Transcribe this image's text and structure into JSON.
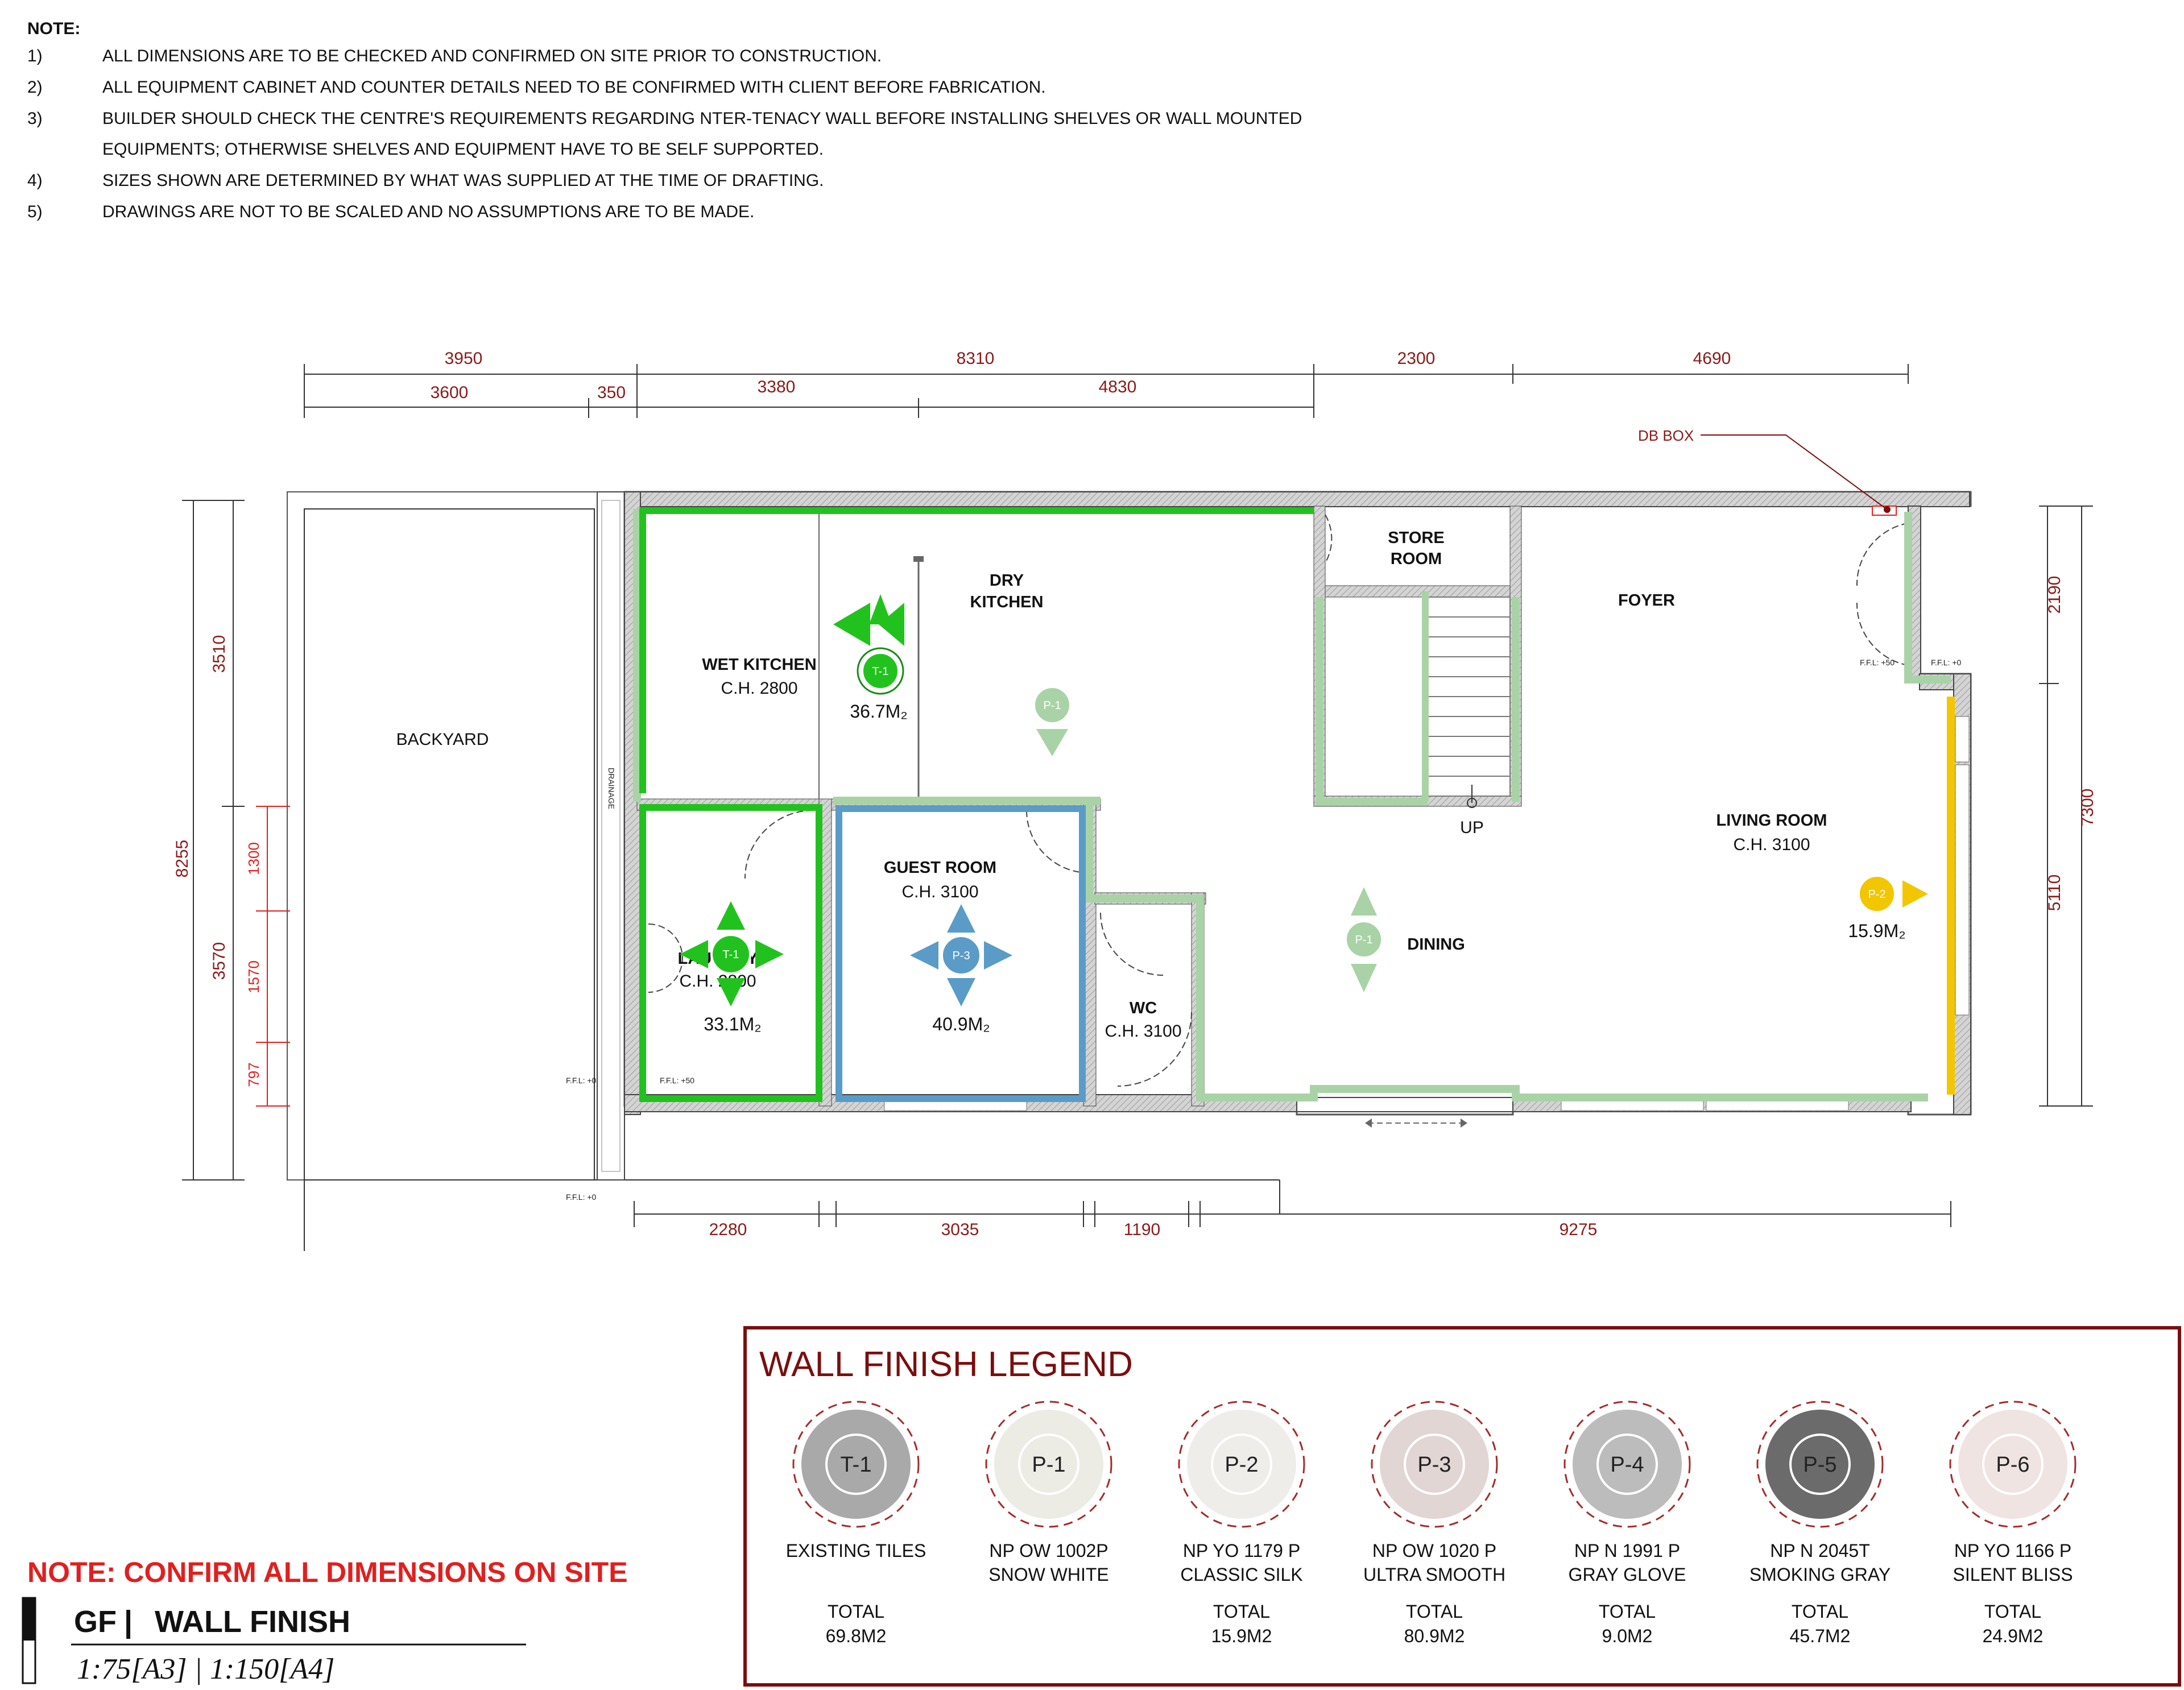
{
  "notes": {
    "heading": "NOTE:",
    "items": [
      {
        "num": "1)",
        "text": "ALL DIMENSIONS ARE TO BE CHECKED AND CONFIRMED ON SITE PRIOR TO CONSTRUCTION."
      },
      {
        "num": "2)",
        "text": "ALL EQUIPMENT CABINET AND COUNTER DETAILS NEED TO BE CONFIRMED WITH CLIENT BEFORE FABRICATION."
      },
      {
        "num": "3)",
        "text": "BUILDER SHOULD CHECK THE CENTRE'S REQUIREMENTS REGARDING NTER-TENACY WALL BEFORE INSTALLING SHELVES OR WALL MOUNTED"
      },
      {
        "num": "",
        "text": "EQUIPMENTS; OTHERWISE SHELVES AND EQUIPMENT HAVE TO BE SELF SUPPORTED."
      },
      {
        "num": "4)",
        "text": "SIZES SHOWN ARE DETERMINED BY WHAT WAS SUPPLIED AT THE TIME OF DRAFTING."
      },
      {
        "num": "5)",
        "text": "DRAWINGS ARE NOT TO BE SCALED AND NO ASSUMPTIONS ARE TO BE MADE."
      }
    ]
  },
  "dimensions": {
    "top_row1": [
      "3950",
      "8310",
      "2300",
      "4690"
    ],
    "top_row2": [
      "3600",
      "350",
      "3380",
      "4830"
    ],
    "bottom": [
      "2280",
      "3035",
      "1190",
      "9275"
    ],
    "left_outer": "8255",
    "left_inner": [
      "3510",
      "3570"
    ],
    "left_red": [
      "1300",
      "1570",
      "797"
    ],
    "right_outer": "7300",
    "right_inner": [
      "2190",
      "5110"
    ]
  },
  "rooms": {
    "backyard": "BACKYARD",
    "drainage": "DRAINAGE",
    "wet_kitchen": {
      "name": "WET KITCHEN",
      "ch": "C.H. 2800"
    },
    "dry_kitchen": {
      "name_1": "DRY",
      "name_2": "KITCHEN"
    },
    "store_room": {
      "name_1": "STORE",
      "name_2": "ROOM"
    },
    "foyer": "FOYER",
    "guest_room": {
      "name": "GUEST ROOM",
      "ch": "C.H. 3100"
    },
    "laundry": {
      "name": "LAUNDRY",
      "ch": "C.H. 2800"
    },
    "wc": {
      "name": "WC",
      "ch": "C.H. 3100"
    },
    "dining": "DINING",
    "living_room": {
      "name": "LIVING ROOM",
      "ch": "C.H. 3100"
    },
    "stair_label": "UP",
    "db_box": "DB BOX"
  },
  "levels": {
    "ffl_0": "F.F.L: +0",
    "ffl_50": "F.F.L: +50"
  },
  "markers": {
    "t1_kitchen": {
      "code": "T-1",
      "area": "36.7M₂"
    },
    "t1_laundry": {
      "code": "T-1",
      "area": "33.1M₂"
    },
    "p3_guest": {
      "code": "P-3",
      "area": "40.9M₂"
    },
    "p2_living": {
      "code": "P-2",
      "area": "15.9M₂"
    },
    "p1_dry": {
      "code": "P-1"
    },
    "p1_dining": {
      "code": "P-1"
    }
  },
  "colors": {
    "finish_t1": "#22c21e",
    "finish_p1": "#a9d3a6",
    "finish_p2": "#f2c600",
    "finish_p3": "#5a9cc7",
    "wall": "#c7c7c7",
    "dimension": "#8a1a1a",
    "alert": "#e0201f",
    "legend_border": "#7a0e0e"
  },
  "legend": {
    "title": "WALL FINISH LEGEND",
    "items": [
      {
        "code": "T-1",
        "name_1": "EXISTING TILES",
        "name_2": "",
        "total_label": "TOTAL",
        "total": "69.8M2",
        "swatch": "#a9a9a9"
      },
      {
        "code": "P-1",
        "name_1": "NP OW 1002P",
        "name_2": "SNOW WHITE",
        "total_label": "",
        "total": "",
        "swatch": "#ecebe4"
      },
      {
        "code": "P-2",
        "name_1": "NP YO 1179 P",
        "name_2": "CLASSIC SILK",
        "total_label": "TOTAL",
        "total": "15.9M2",
        "swatch": "#efedea"
      },
      {
        "code": "P-3",
        "name_1": "NP OW 1020 P",
        "name_2": "ULTRA SMOOTH",
        "total_label": "TOTAL",
        "total": "80.9M2",
        "swatch": "#e1d6d3"
      },
      {
        "code": "P-4",
        "name_1": "NP N 1991 P",
        "name_2": "GRAY GLOVE",
        "total_label": "TOTAL",
        "total": "9.0M2",
        "swatch": "#bcbcbc"
      },
      {
        "code": "P-5",
        "name_1": "NP N 2045T",
        "name_2": "SMOKING GRAY",
        "total_label": "TOTAL",
        "total": "45.7M2",
        "swatch": "#6b6b6b"
      },
      {
        "code": "P-6",
        "name_1": "NP YO 1166 P",
        "name_2": "SILENT BLISS",
        "total_label": "TOTAL",
        "total": "24.9M2",
        "swatch": "#efe4e2"
      }
    ]
  },
  "footer": {
    "confirm_note": "NOTE: CONFIRM ALL DIMENSIONS ON SITE",
    "title_prefix": "GF",
    "title_sep": "|",
    "title_main": "WALL FINISH",
    "scale": "1:75[A3]  |  1:150[A4]"
  }
}
